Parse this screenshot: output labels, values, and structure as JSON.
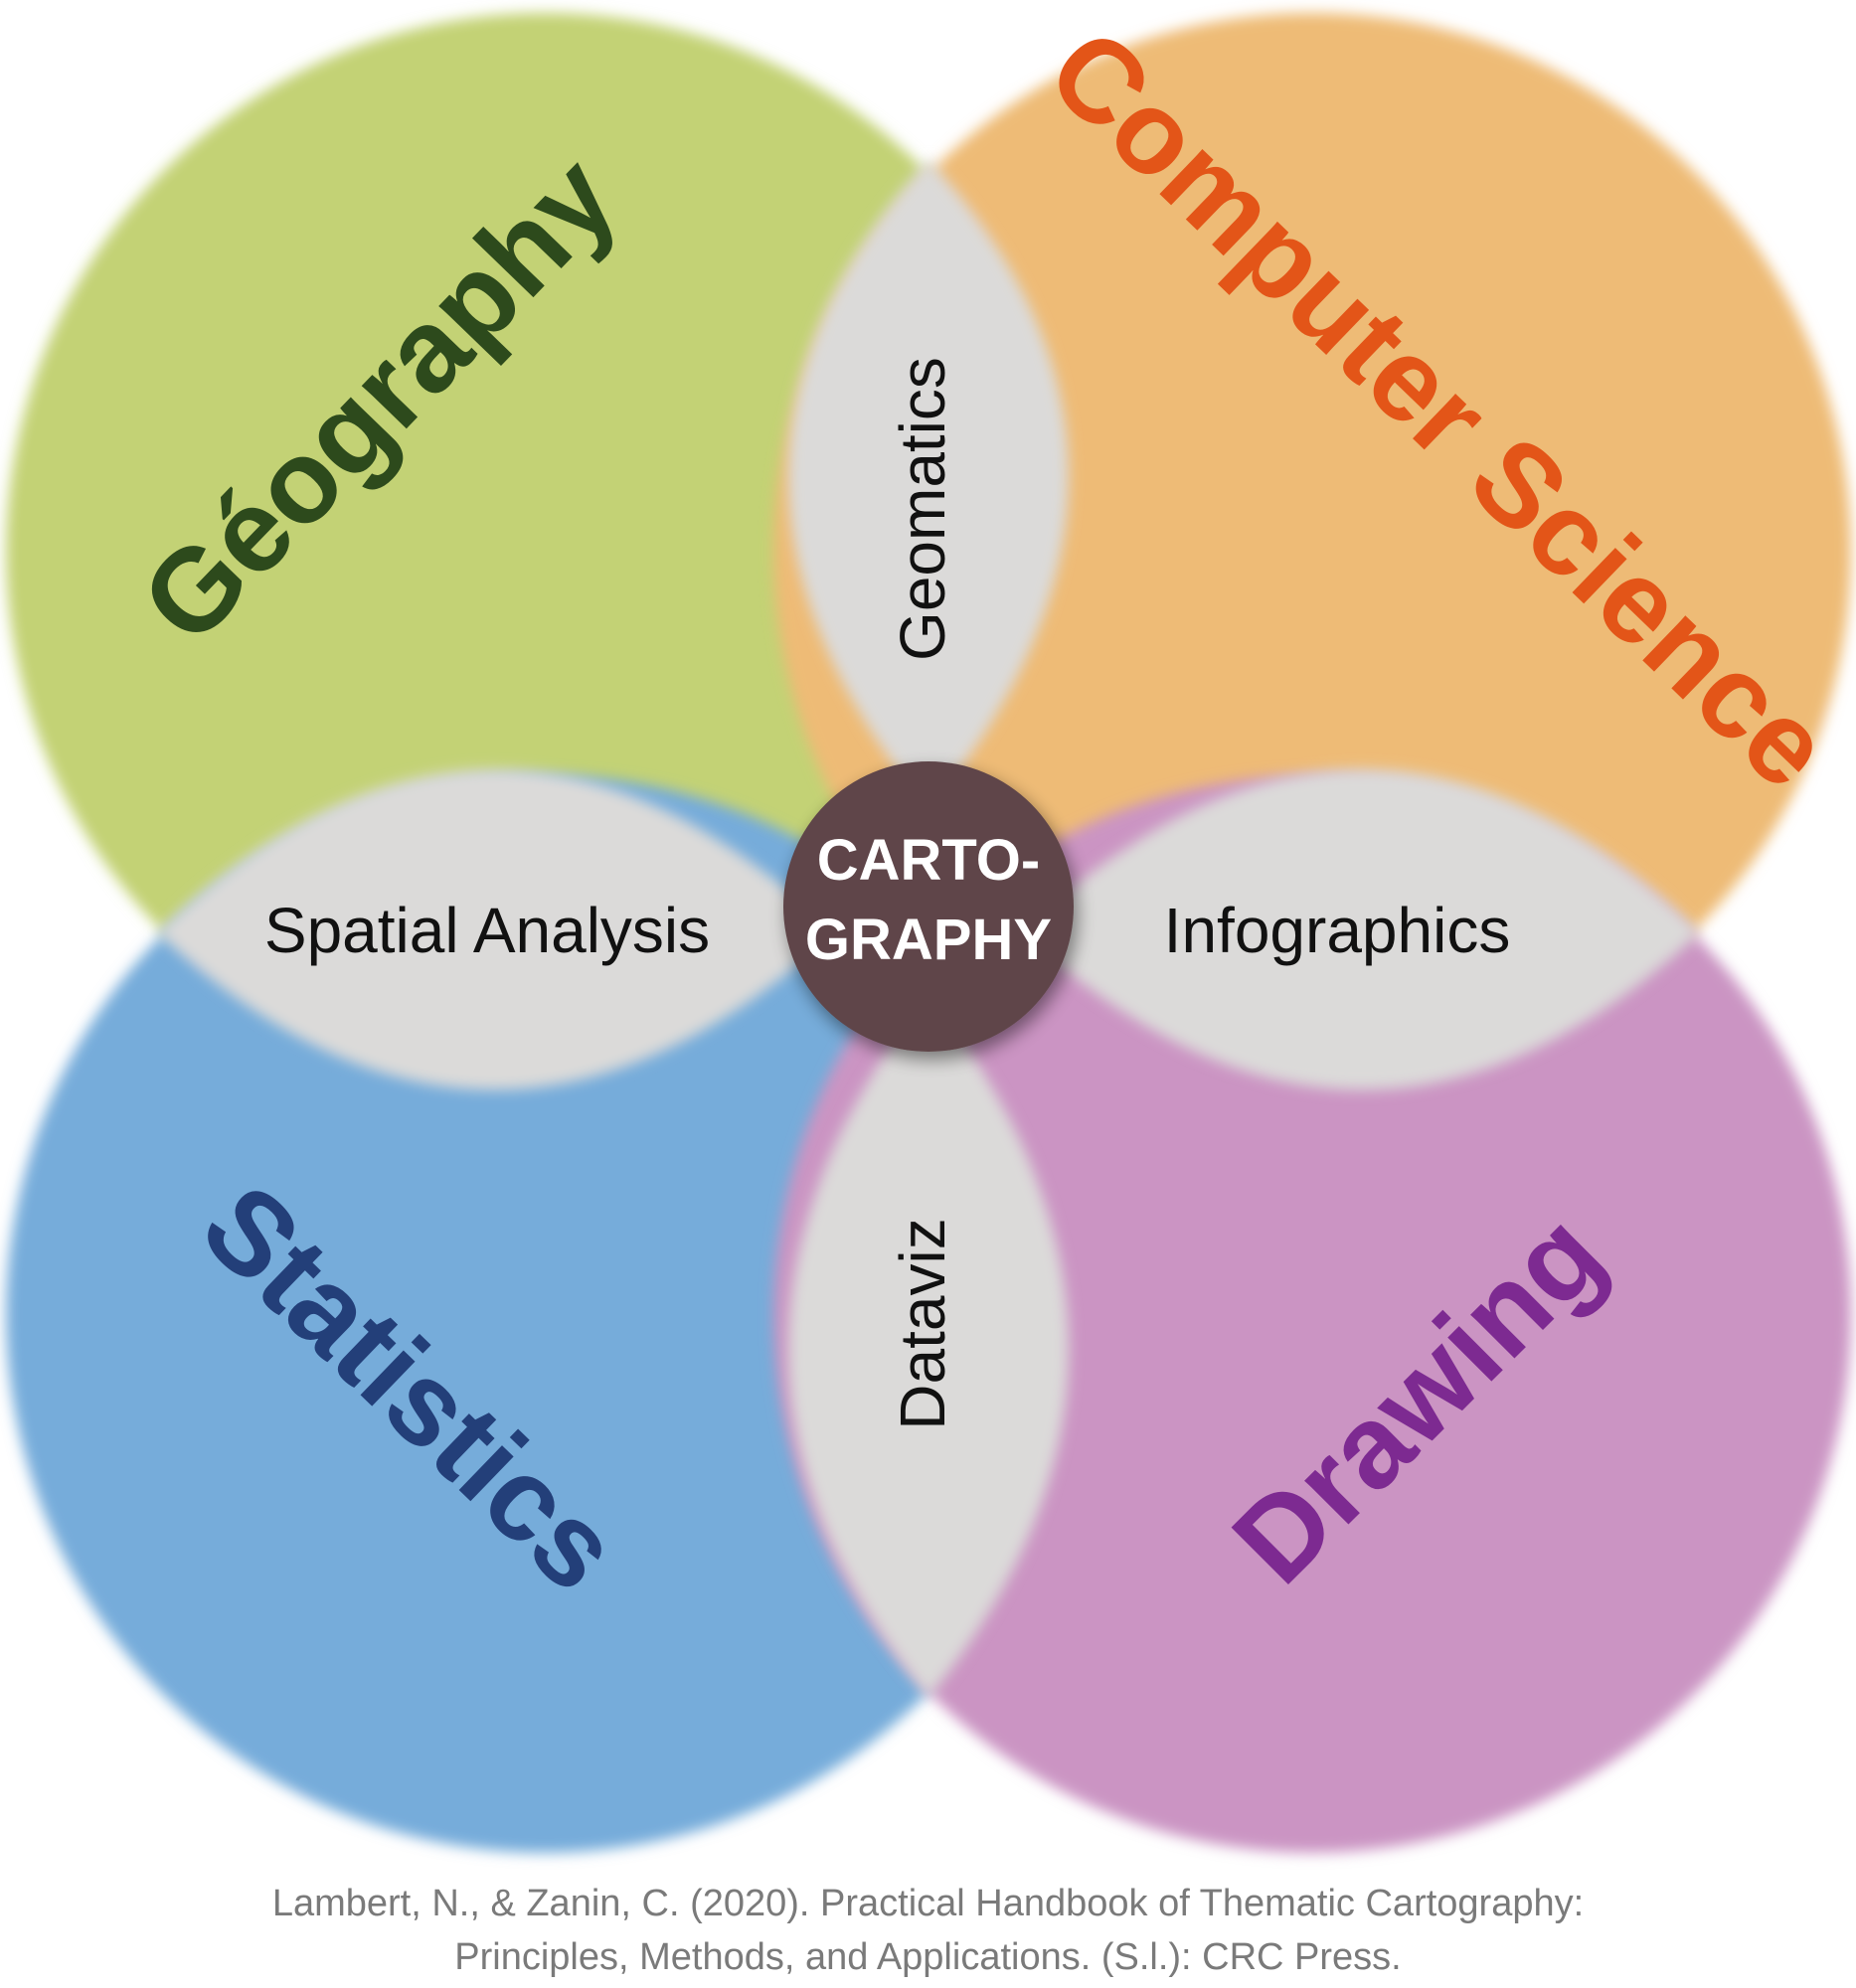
{
  "colors": {
    "geography_fill": "#c3d274",
    "geography_text": "#2d4a1c",
    "computer_science_fill": "#eebb76",
    "computer_science_text": "#e35518",
    "statistics_fill": "#76acda",
    "statistics_text": "#233f79",
    "drawing_fill": "#cb94c3",
    "drawing_text": "#7d2a91",
    "lens_fill": "#dbdad9",
    "center_fill": "#5e4548",
    "citation_text": "#7a7a7a"
  },
  "circles": {
    "geography": "Géography",
    "computer_science": "Computer Science",
    "statistics": "Statistics",
    "drawing": "Drawing"
  },
  "overlaps": {
    "top": "Geomatics",
    "left": "Spatial Analysis",
    "right": "Infographics",
    "bottom": "Dataviz"
  },
  "center": {
    "line1": "CARTO-",
    "line2": "GRAPHY"
  },
  "citation": {
    "line1": "Lambert, N., & Zanin, C. (2020). Practical Handbook of Thematic Cartography:",
    "line2": "Principles, Methods, and Applications. (S.l.): CRC Press."
  }
}
